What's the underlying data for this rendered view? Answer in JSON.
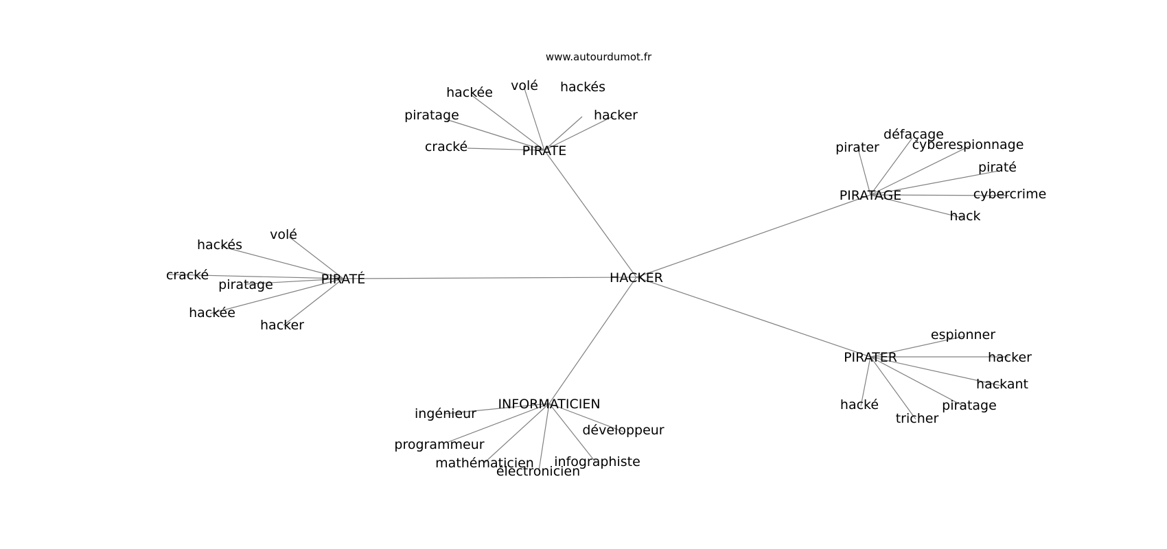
{
  "source": "www.autourdumot.fr",
  "center": "HACKER",
  "clusters": [
    {
      "word": "PIRATE",
      "leaves": [
        "cracké",
        "piratage",
        "hackée",
        "volé",
        "hackés",
        "hacker"
      ]
    },
    {
      "word": "PIRATAGE",
      "leaves": [
        "pirater",
        "défaçage",
        "cyberespionnage",
        "piraté",
        "cybercrime",
        "hack"
      ]
    },
    {
      "word": "PIRATÉ",
      "leaves": [
        "volé",
        "hackés",
        "cracké",
        "piratage",
        "hackée",
        "hacker"
      ]
    },
    {
      "word": "PIRATER",
      "leaves": [
        "espionner",
        "hacker",
        "hackant",
        "piratage",
        "tricher",
        "hacké"
      ]
    },
    {
      "word": "INFORMATICIEN",
      "leaves": [
        "ingénieur",
        "programmeur",
        "mathématicien",
        "électronicien",
        "infographiste",
        "développeur"
      ]
    }
  ]
}
